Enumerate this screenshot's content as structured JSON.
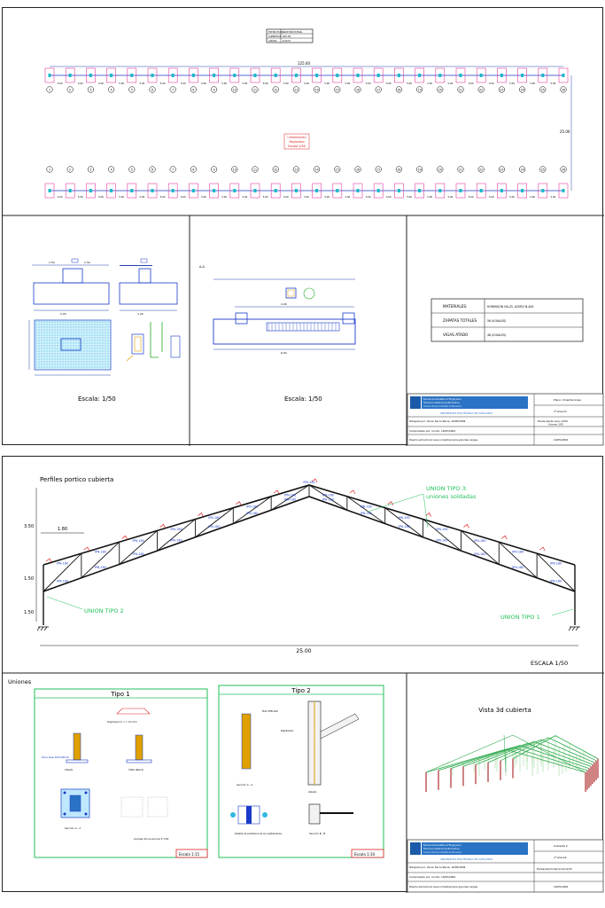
{
  "sheet1": {
    "top_table": {
      "labels": [
        "ESTRUCTURA",
        "SUPERFICIE",
        "ALTURA"
      ],
      "values": [
        "NAVE INDUSTRIAL",
        "625 M2",
        "6.50 M"
      ]
    },
    "plan": {
      "span_top": "125.00",
      "span_side": "25.00",
      "column_numbers": [
        "1",
        "2",
        "3",
        "4",
        "5",
        "6",
        "7",
        "8",
        "9",
        "10",
        "11",
        "12",
        "13",
        "14",
        "15",
        "16",
        "17",
        "18",
        "19",
        "20",
        "21",
        "22",
        "23",
        "24",
        "25",
        "26"
      ],
      "bay_label": "5.00",
      "note_lines": [
        "Cimentación",
        "Replanteo",
        "Escala 1/50"
      ]
    },
    "foundation": {
      "scale_label": "Escala: 1/50",
      "dims": [
        "1.50",
        "1.50",
        "2.20",
        "1.20"
      ]
    },
    "beam": {
      "section_label": "A-A",
      "scale_label": "Escala: 1/50",
      "dims": [
        "2.00",
        "6.00"
      ]
    },
    "materials_table": {
      "rows": [
        {
          "label": "MATERIALES:",
          "value": "HORMIGÓN HA-25, ACERO B-400"
        },
        {
          "label": "ZAPATAS TOTALES",
          "value": "56 (IGUALES)"
        },
        {
          "label": "VIGAS ATADO",
          "value": "48 (IGUALES)"
        }
      ]
    },
    "title_block": {
      "school_lines": [
        "Escola Universitària d'Enginyeria",
        "Tècnica Industrial de Barcelona",
        "Consorci Escola Industrial de Barcelona"
      ],
      "university": "UNIVERSITAT POLITÈCNICA DE CATALUNYA",
      "plan_name": "Plano cimentaciones",
      "plan_number": "nº plano3",
      "drawn_by": "Dibujado por: Oscar Serva Reina, 10/05/2009",
      "checked_by": "Comprobado por: Curillo, 10/05/2009",
      "scale": "Escala planta nave--1/250",
      "scale2": "Uniones--1/50",
      "project": "Diseño estructural nave industrial para grandes cargas",
      "date": "10/05/2009"
    }
  },
  "sheet2": {
    "truss": {
      "title": "Perfiles portico cubierta",
      "profile_label": "IPN-180",
      "dim_350": "3.50",
      "dim_180": "1.80",
      "dim_150a": "1.50",
      "dim_150b": "1.50",
      "span": "25.00",
      "scale": "ESCALA 1/50",
      "union3_lines": [
        "UNION TIPO 3:",
        "uniones soldadas"
      ],
      "union2": "UNION TIPO 2",
      "union1": "UNION TIPO 1"
    },
    "unions": {
      "heading": "Uniones",
      "tipo1": {
        "title": "Tipo 1",
        "scale": "Escala 1:15",
        "notes": [
          "Rigidización: t = 10 mm",
          "Alzado",
          "Vista lateral",
          "Placa base 400x400x15",
          "Sección A - A",
          "Anclaje de los pernos 4 T.16"
        ]
      },
      "tipo2": {
        "title": "Tipo 2",
        "scale": "Escala 1:10",
        "notes": [
          "Pilar HEB-160",
          "Rigidizador",
          "Alzado",
          "Sección A - A",
          "Sección B - B",
          "Detalle de soldadura de los rigidizadores"
        ]
      }
    },
    "view3d": {
      "title": "Vista 3d cubierta"
    },
    "title_block": {
      "school_lines": [
        "Escola Universitària d'Enginyeria",
        "Tècnica Industrial de Barcelona",
        "Consorci Escola Industrial de Barcelona"
      ],
      "university": "UNIVERSITAT POLITÈCNICA DE CATALUNYA",
      "plan_name": "Cubierta 2",
      "plan_number": "nº plano4",
      "drawn_by": "Dibujado por: Oscar Serva Reina, 10/05/2009",
      "checked_by": "Comprobado por: Curillo, 10/05/2009",
      "scale": "Escalavista frontal portico1/50",
      "project": "Diseño estructural nave industrial para grandes cargas",
      "date": "10/05/2009"
    }
  }
}
